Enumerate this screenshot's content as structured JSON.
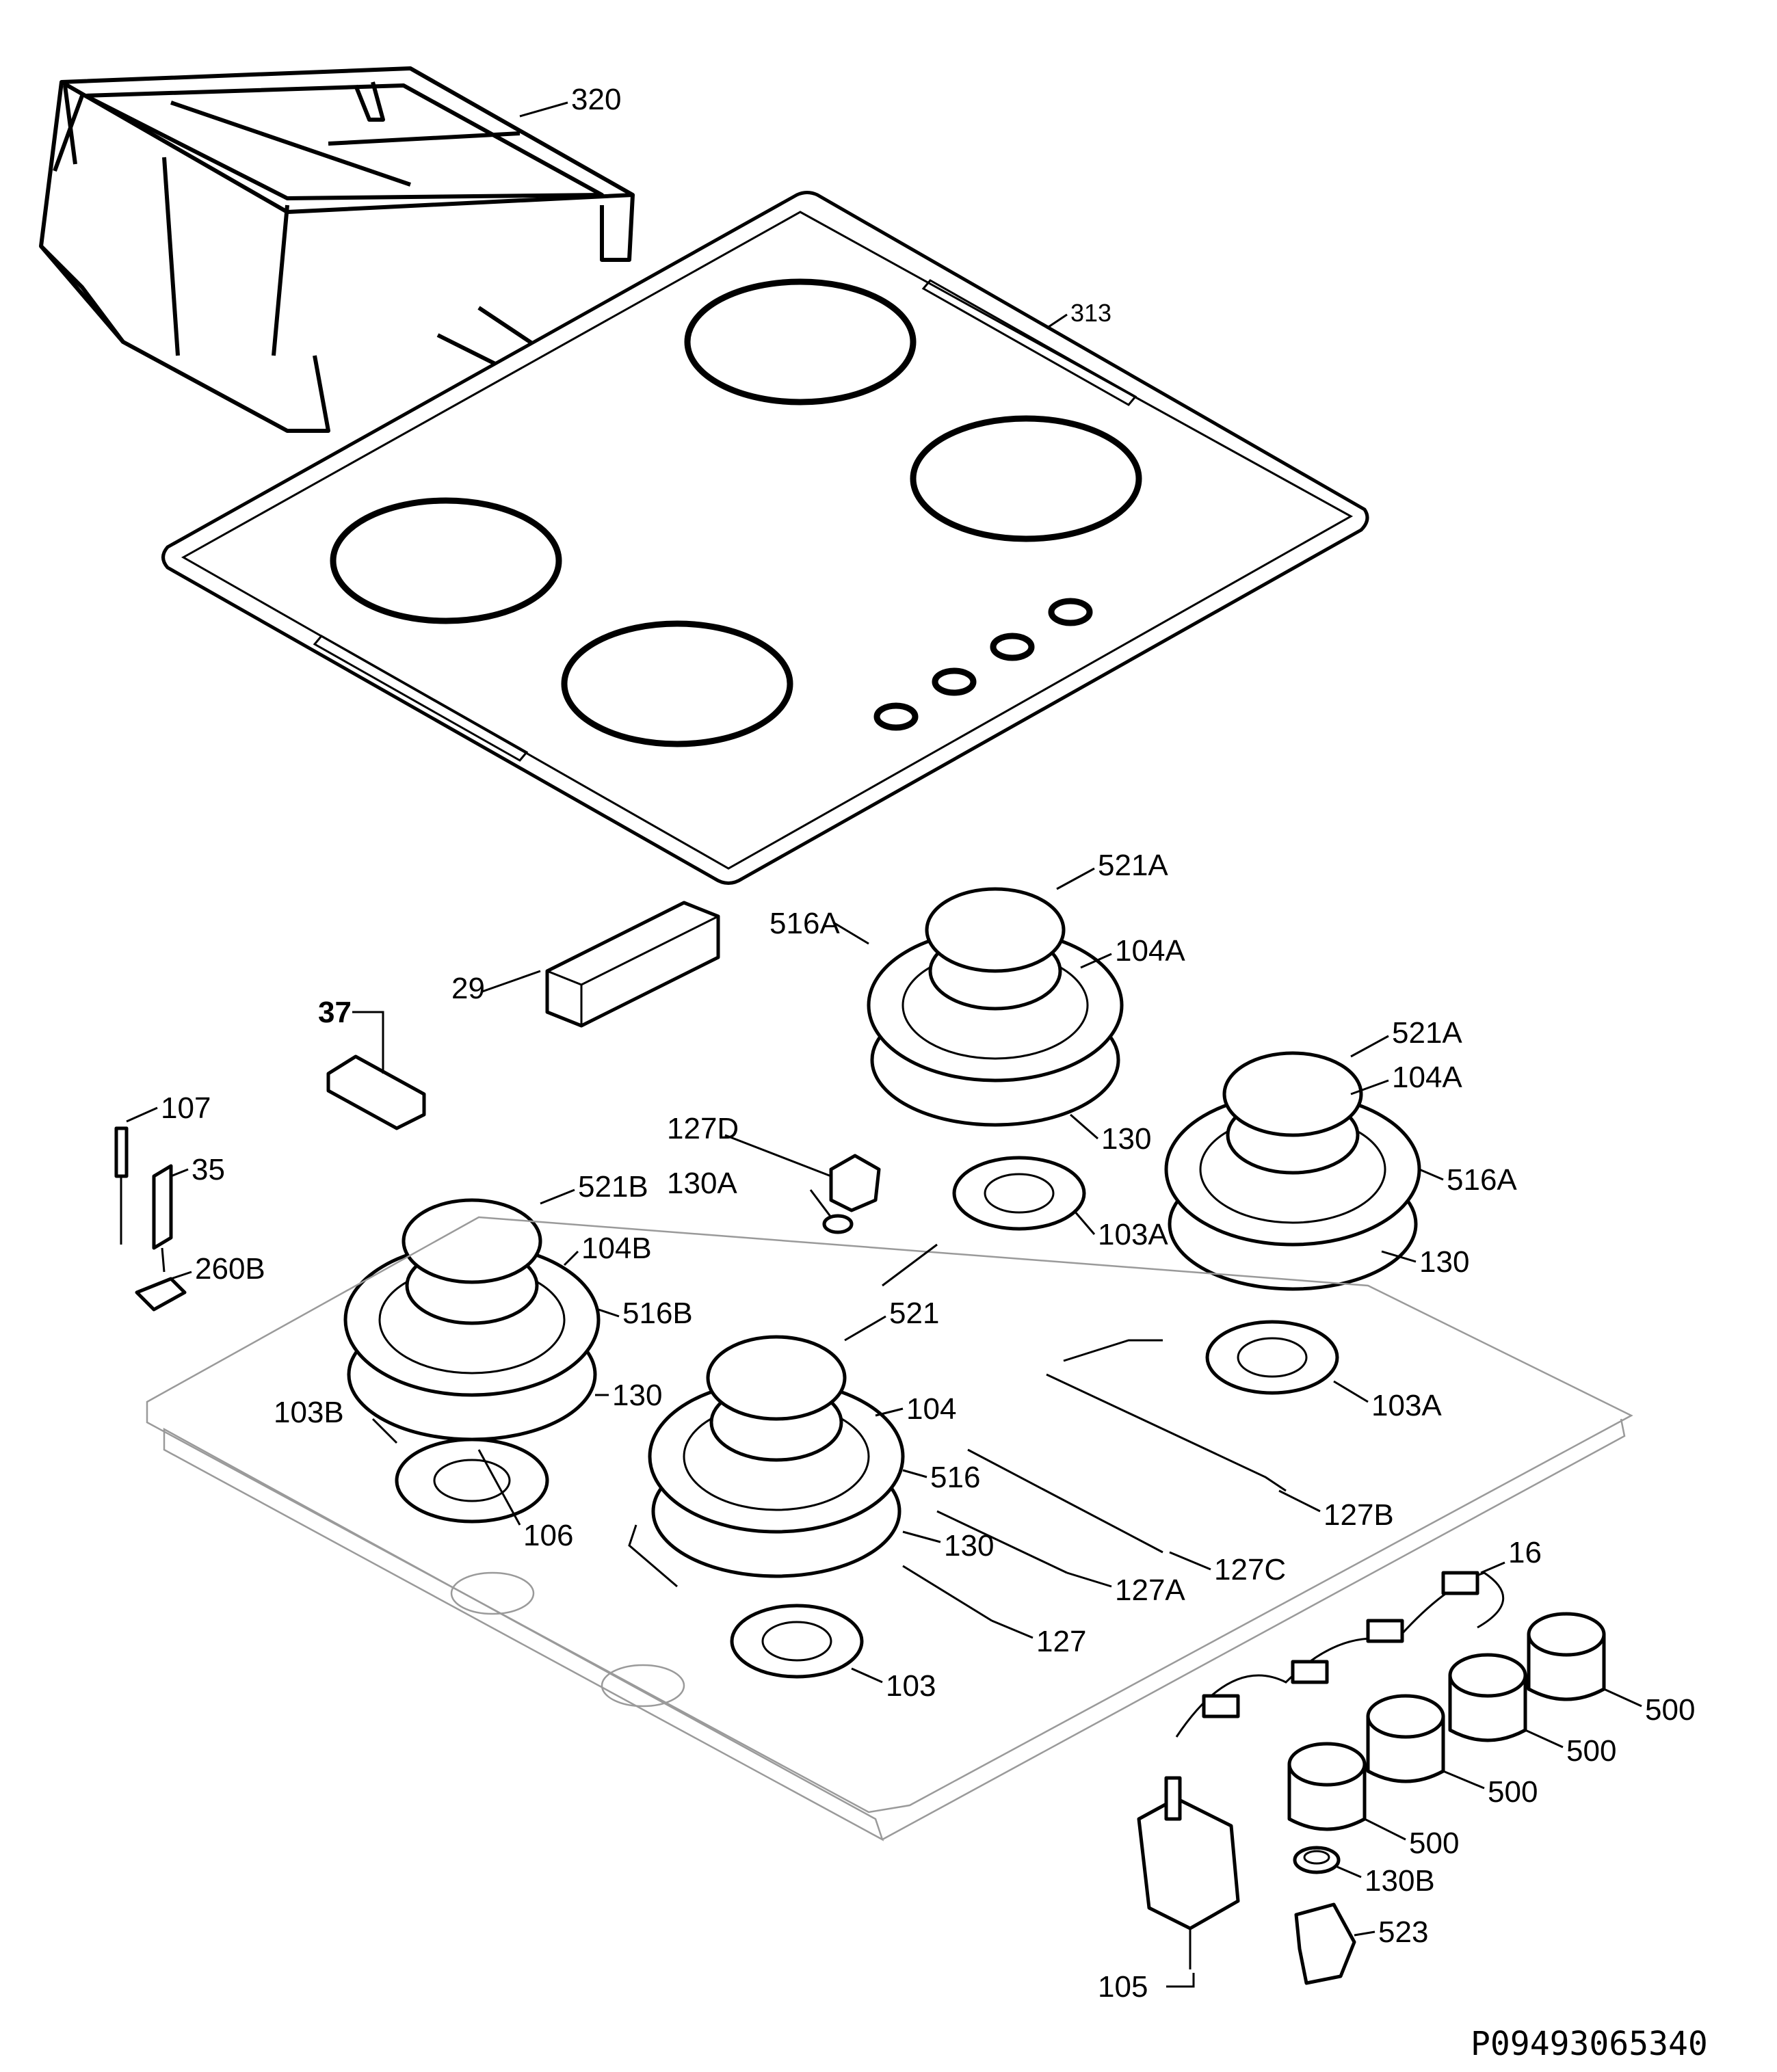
{
  "labels": {
    "l320": "320",
    "l313": "313",
    "l29": "29",
    "l37": "37",
    "l107": "107",
    "l35": "35",
    "l260b": "260B",
    "l521a_1": "521A",
    "l516a_1": "516A",
    "l104a_1": "104A",
    "l521a_2": "521A",
    "l104a_2": "104A",
    "l127d": "127D",
    "l130a": "130A",
    "l130_1": "130",
    "l516a_2": "516A",
    "l103a_1": "103A",
    "l130_2": "130",
    "l521b": "521B",
    "l104b": "104B",
    "l516b": "516B",
    "l130_3": "130",
    "l103b": "103B",
    "l106": "106",
    "l521": "521",
    "l104": "104",
    "l516": "516",
    "l130_4": "130",
    "l103a_2": "103A",
    "l127b": "127B",
    "l127c": "127C",
    "l127a": "127A",
    "l127": "127",
    "l103": "103",
    "l16": "16",
    "l500_1": "500",
    "l500_2": "500",
    "l500_3": "500",
    "l500_4": "500",
    "l130b": "130B",
    "l523": "523",
    "l105": "105"
  },
  "drawing_code": "P09493065340"
}
